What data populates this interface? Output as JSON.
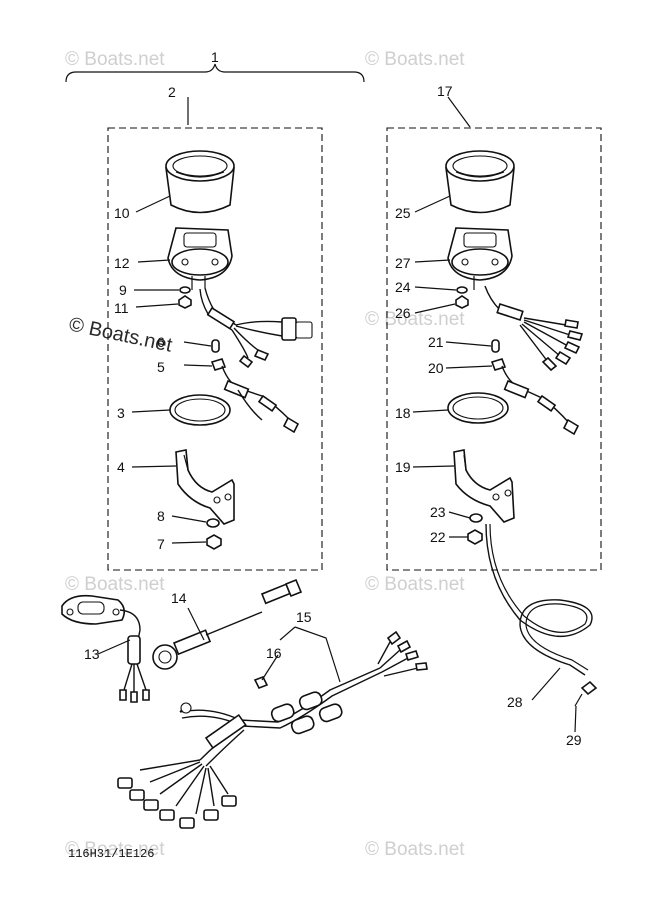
{
  "callouts": {
    "c1": "1",
    "c2": "2",
    "c3": "3",
    "c4": "4",
    "c5": "5",
    "c6": "6",
    "c7": "7",
    "c8": "8",
    "c9": "9",
    "c10": "10",
    "c11": "11",
    "c12": "12",
    "c13": "13",
    "c14": "14",
    "c15": "15",
    "c16": "16",
    "c17": "17",
    "c18": "18",
    "c19": "19",
    "c20": "20",
    "c21": "21",
    "c22": "22",
    "c23": "23",
    "c24": "24",
    "c25": "25",
    "c26": "26",
    "c27": "27",
    "c28": "28",
    "c29": "29"
  },
  "diagram_code": "116H31/1E126",
  "watermark": {
    "text": "© Boats.net"
  }
}
